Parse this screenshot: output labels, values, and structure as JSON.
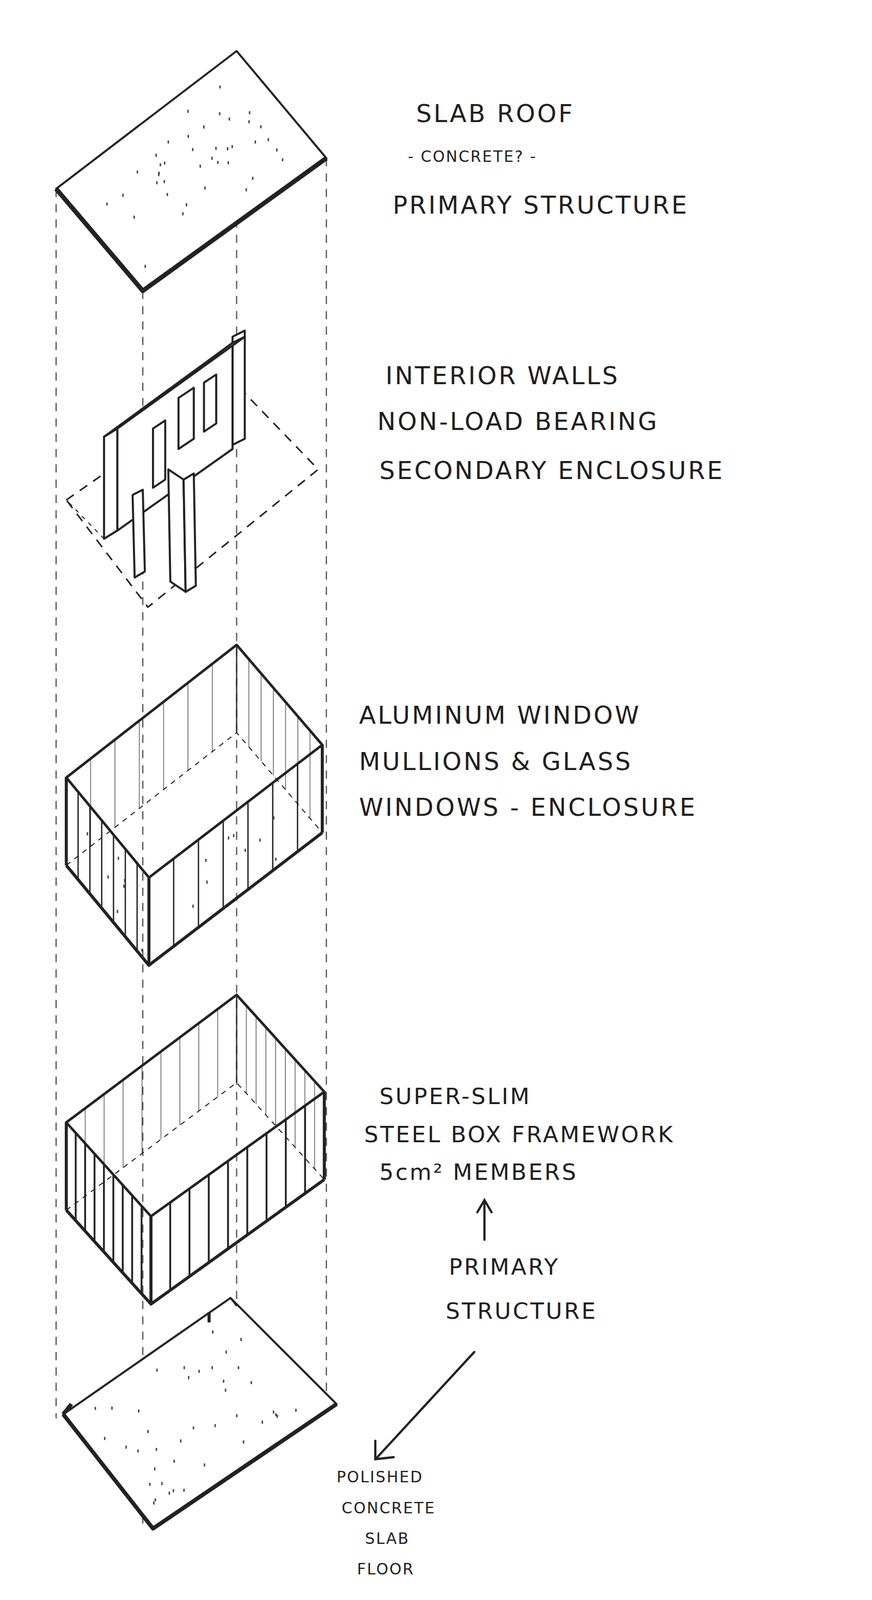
{
  "diagram": {
    "labels": [
      "SLAB ROOF",
      "- CONCRETE? -",
      "PRIMARY STRUCTURE",
      "INTERIOR WALLS",
      "NON-LOAD BEARING",
      "SECONDARY ENCLOSURE",
      "ALUMINUM WINDOW",
      "MULLIONS & GLASS",
      "WINDOWS - ENCLOSURE",
      "SUPER-SLIM",
      "STEEL BOX FRAMEWORK",
      "5cm² MEMBERS",
      "PRIMARY",
      "STRUCTURE",
      "POLISHED",
      "CONCRETE",
      "SLAB",
      "FLOOR"
    ]
  }
}
